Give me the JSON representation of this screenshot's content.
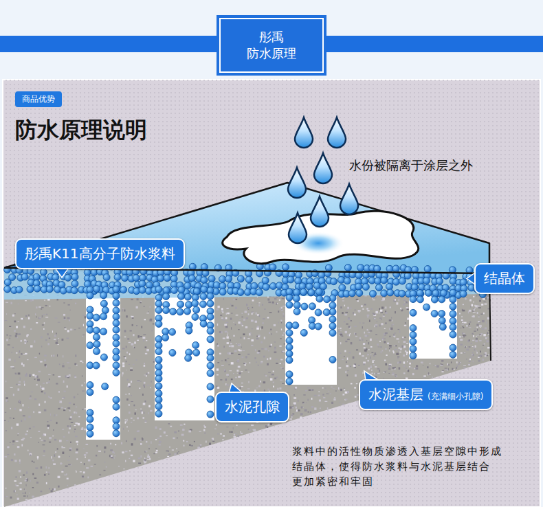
{
  "diagram": {
    "title": "防水原理说明",
    "nodes": [
      {
        "text": [
          "彤禹 防水原理"
        ]
      },
      {
        "text": [
          "商品优势"
        ]
      },
      {
        "text": [
          "彤禹K11高分子防水浆料"
        ]
      },
      {
        "text": [
          "结晶体"
        ]
      },
      {
        "text": [
          "水泥孔隙"
        ]
      },
      {
        "text": [
          "水泥基层",
          "(充满细小孔隙)"
        ]
      }
    ],
    "labels": [
      "水份被隔离于涂层之外",
      "浆料中的活性物质渗透入基层空隙中形成 结晶体，使得防水浆料与水泥基层结合 更加紧密和牢固"
    ]
  }
}
